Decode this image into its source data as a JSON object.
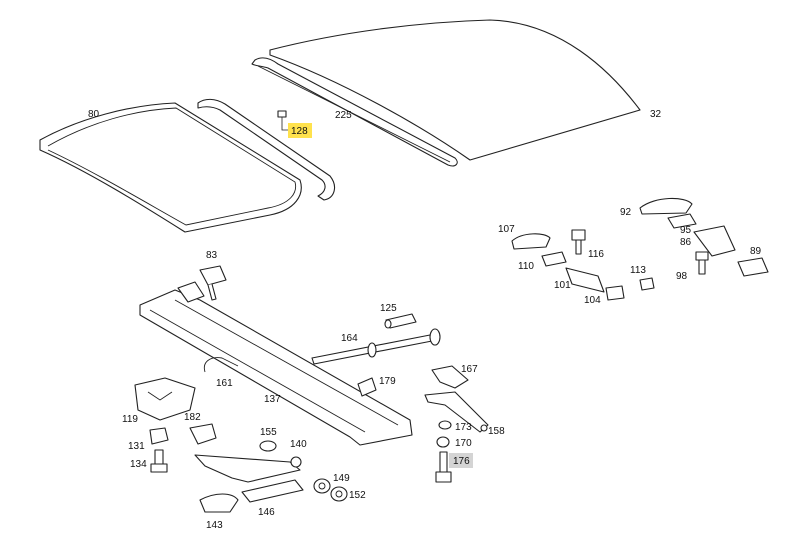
{
  "highlight_colors": {
    "selected": "#ffe24d",
    "secondary": "#d4d4d4"
  },
  "callouts": {
    "p80": "80",
    "p225": "225",
    "p32": "32",
    "p128": "128",
    "p107": "107",
    "p92": "92",
    "p95": "95",
    "p86": "86",
    "p89": "89",
    "p116": "116",
    "p110": "110",
    "p113": "113",
    "p98": "98",
    "p101": "101",
    "p104": "104",
    "p83": "83",
    "p125": "125",
    "p164": "164",
    "p167": "167",
    "p179": "179",
    "p161": "161",
    "p137": "137",
    "p119": "119",
    "p182": "182",
    "p131": "131",
    "p155": "155",
    "p140": "140",
    "p173": "173",
    "p170": "170",
    "p158": "158",
    "p176": "176",
    "p134": "134",
    "p149": "149",
    "p152": "152",
    "p143": "143",
    "p146": "146"
  }
}
